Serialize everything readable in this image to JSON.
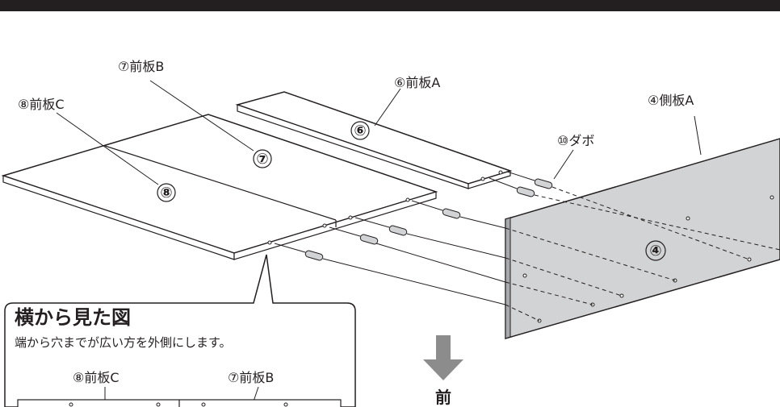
{
  "labels": {
    "side_a": "④側板A",
    "front_a": "⑥前板A",
    "front_b": "⑦前板B",
    "front_c": "⑧前板C",
    "dowel": "⑩ダボ"
  },
  "part_numbers": {
    "side_a": "④",
    "front_a": "⑥",
    "front_b": "⑦",
    "front_c": "⑧"
  },
  "callout": {
    "title": "横から見た図",
    "note": "端から穴までが広い方を外側にします。",
    "left_label": "⑧前板C",
    "right_label": "⑦前板B"
  },
  "direction": {
    "label": "前"
  },
  "colors": {
    "ink": "#231f20",
    "panel_gray": "#d1d3d4",
    "arrow_gray": "#8c8c8c"
  }
}
